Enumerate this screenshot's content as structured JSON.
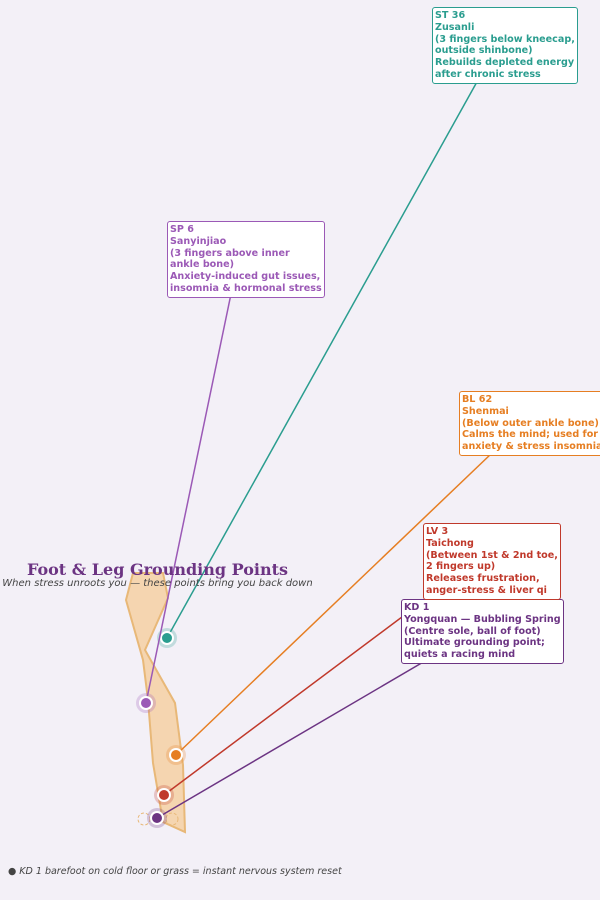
{
  "title": "Foot & Leg Grounding Points",
  "subtitle": "When stress unroots you — these points bring you back down",
  "footer": "● KD 1 barefoot on cold floor or grass = instant nervous system reset",
  "points": [
    {
      "id": "st36",
      "color": "#2a9d8f",
      "lines": [
        "ST 36",
        "Zusanli",
        "(3 fingers below kneecap,",
        "outside shinbone)",
        "Rebuilds depleted energy",
        "after chronic stress"
      ]
    },
    {
      "id": "sp6",
      "color": "#9b59b6",
      "lines": [
        "SP 6",
        "Sanyinjiao",
        "(3 fingers above inner",
        "ankle bone)",
        "Anxiety-induced gut issues,",
        "insomnia & hormonal stress"
      ]
    },
    {
      "id": "bl62",
      "color": "#e67e22",
      "lines": [
        "BL 62",
        "Shenmai",
        "(Below outer ankle bone)",
        "Calms the mind; used for",
        "anxiety & stress insomnia"
      ]
    },
    {
      "id": "kd1",
      "color": "#6c3483",
      "lines": [
        "KD 1",
        "Yongquan — Bubbling Spring",
        "(Centre sole, ball of foot)",
        "Ultimate grounding point;",
        "quiets a racing mind"
      ]
    },
    {
      "id": "lv3",
      "color": "#c0392b",
      "lines": [
        "LV 3",
        "Taichong",
        "(Between 1st & 2nd toe,",
        "2 fingers up)",
        "Releases frustration,",
        "anger-stress & liver qi"
      ]
    }
  ]
}
